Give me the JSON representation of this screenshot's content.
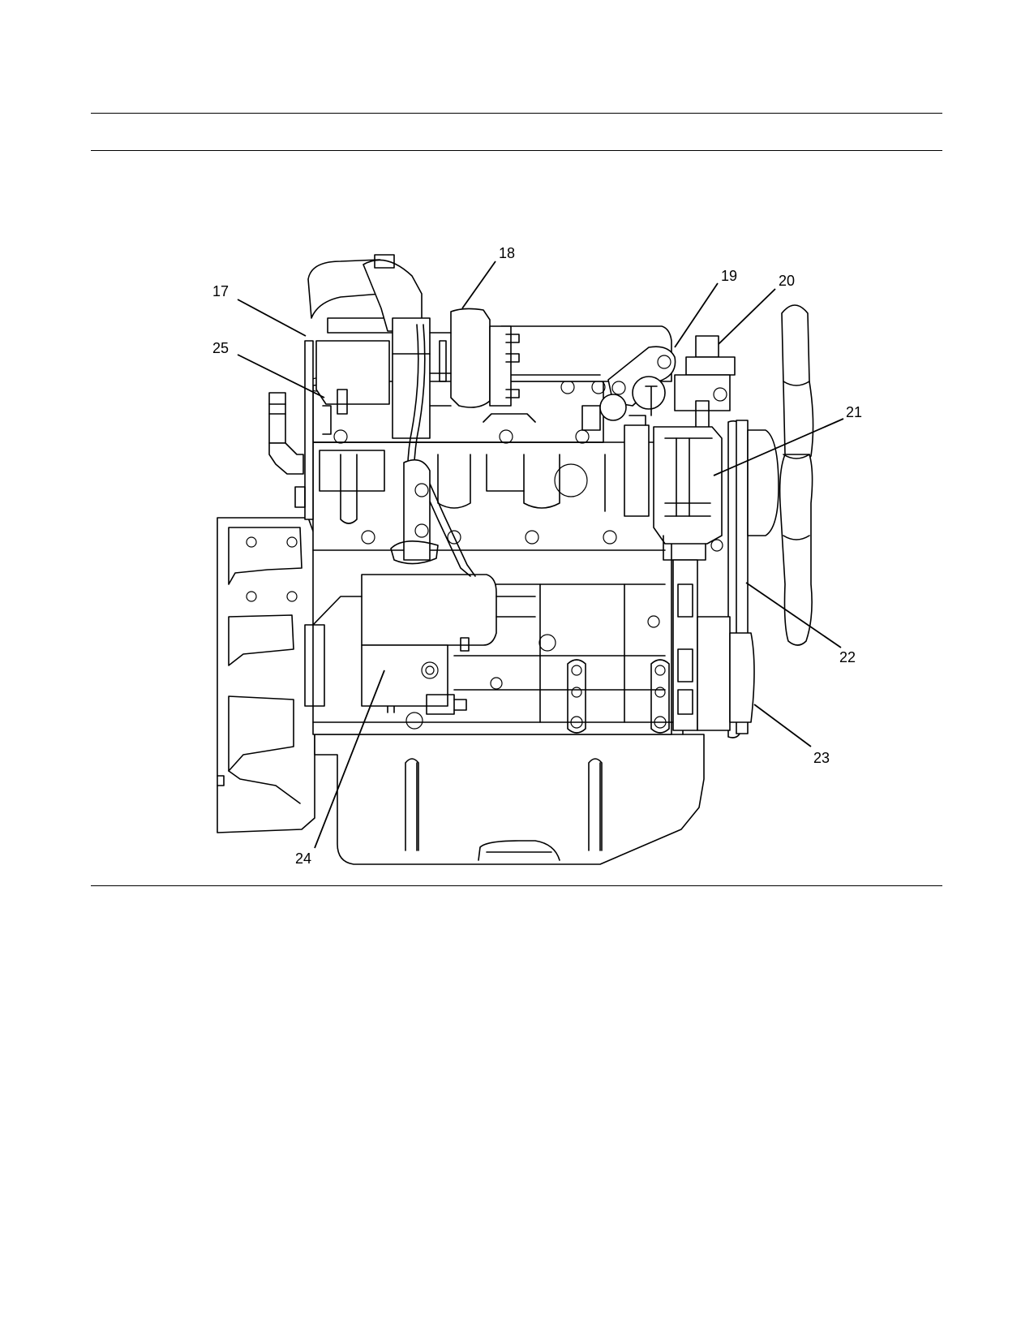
{
  "callouts": [
    {
      "id": "17",
      "label": "17"
    },
    {
      "id": "18",
      "label": "18"
    },
    {
      "id": "19",
      "label": "19"
    },
    {
      "id": "20",
      "label": "20"
    },
    {
      "id": "21",
      "label": "21"
    },
    {
      "id": "22",
      "label": "22"
    },
    {
      "id": "23",
      "label": "23"
    },
    {
      "id": "24",
      "label": "24"
    },
    {
      "id": "25",
      "label": "25"
    }
  ]
}
